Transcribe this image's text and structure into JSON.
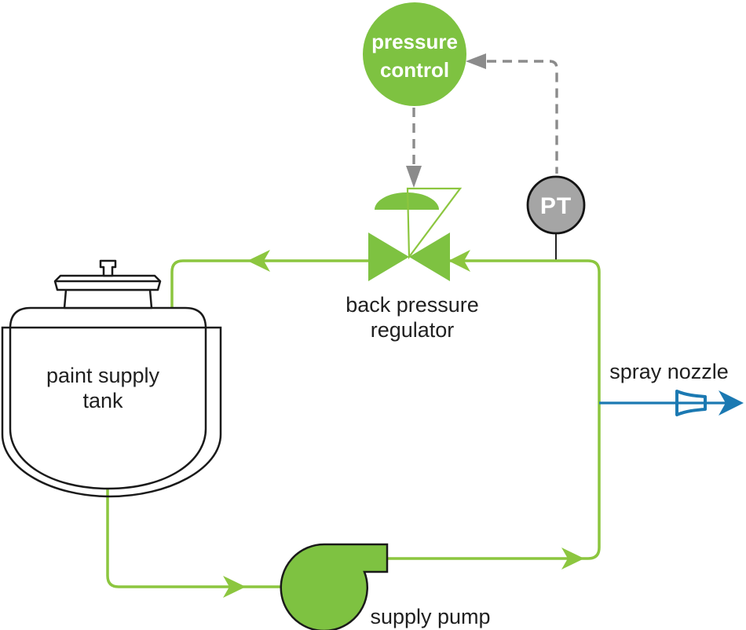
{
  "diagram": {
    "pressure_control": {
      "line1": "pressure",
      "line2": "control"
    },
    "pressure_transmitter": {
      "label": "PT"
    },
    "back_pressure_regulator": {
      "line1": "back pressure",
      "line2": "regulator"
    },
    "paint_supply_tank": {
      "line1": "paint supply",
      "line2": "tank"
    },
    "supply_pump": {
      "label": "supply pump"
    },
    "spray_nozzle": {
      "label": "spray nozzle"
    }
  },
  "colors": {
    "green_fill": "#7EC241",
    "green_line": "#8CC63F",
    "signal_gray": "#8B8B8B",
    "transmitter_gray": "#A5A5A5",
    "nozzle_blue": "#1B79B2",
    "outline_black": "#1A1A1A",
    "label_black": "#1F1F1F",
    "label_white": "#FFFFFF",
    "background": "#FFFFFF"
  }
}
